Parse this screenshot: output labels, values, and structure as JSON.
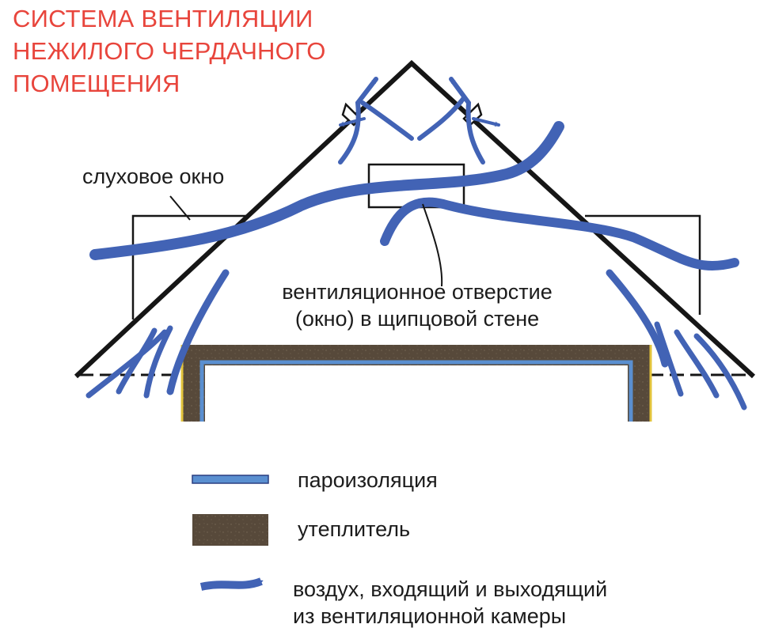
{
  "colors": {
    "title": "#e8453c",
    "roof": "#161616",
    "airflow": "#4263b5",
    "airflow_outline": "#2b3f80",
    "vapor_barrier": "#5a8fd0",
    "insulation": "#57493a",
    "insulation_edge": "#e3c43c"
  },
  "title": {
    "line1": "СИСТЕМА ВЕНТИЛЯЦИИ",
    "line2": "НЕЖИЛОГО ЧЕРДАЧНОГО",
    "line3": "ПОМЕЩЕНИЯ"
  },
  "callouts": {
    "dormer": "слуховое окно",
    "vent_line1": "вентиляционное отверстие",
    "vent_line2": "(окно) в щипцовой стене"
  },
  "legend": {
    "vapor_barrier": "пароизоляция",
    "insulation": "утеплитель",
    "air_line1": "воздух, входящий и выходящий",
    "air_line2": "из вентиляционной камеры"
  },
  "icons": {
    "ridge_vent": "ridge-vent-icon",
    "air_arrow": "air-arrow-icon"
  }
}
